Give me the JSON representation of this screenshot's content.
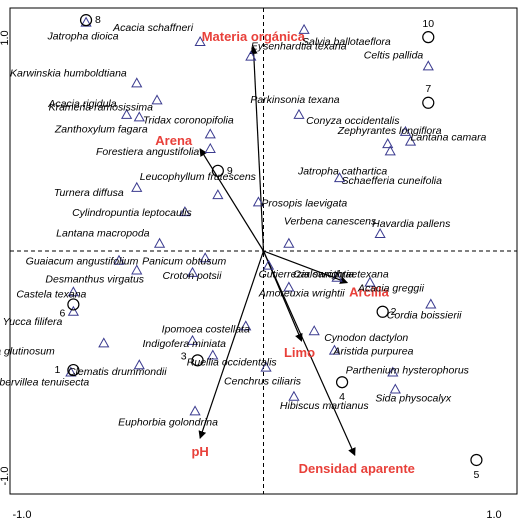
{
  "chart_data": {
    "type": "scatter",
    "title": "",
    "xlabel": "",
    "ylabel": "",
    "xlim": [
      -1.0,
      1.0
    ],
    "ylim": [
      -1.0,
      1.0
    ],
    "x_ticks": [
      "-1.0",
      "1.0"
    ],
    "y_ticks": [
      "1.0",
      "-1.0"
    ],
    "reference_lines": {
      "x": 0,
      "y": 0,
      "style": "dashed"
    },
    "colors": {
      "species": "#3b3b8f",
      "arrow": "#000000",
      "env_label": "#e8403a"
    },
    "species": [
      {
        "name": "Jatropha dioica",
        "x": -0.7,
        "y": 0.94
      },
      {
        "name": "Acacia schaffneri",
        "x": -0.25,
        "y": 0.86
      },
      {
        "name": "Salvia ballotaeflora",
        "x": 0.16,
        "y": 0.91
      },
      {
        "name": "Eysenhardtia texana",
        "x": -0.05,
        "y": 0.8
      },
      {
        "name": "Celtis pallida",
        "x": 0.65,
        "y": 0.76
      },
      {
        "name": "Karwinskia humboldtiana",
        "x": -0.5,
        "y": 0.69
      },
      {
        "name": "Krameria ramosissima",
        "x": -0.42,
        "y": 0.62
      },
      {
        "name": "Acacia rigidula",
        "x": -0.54,
        "y": 0.56
      },
      {
        "name": "Parkinsonia texana",
        "x": 0.14,
        "y": 0.56
      },
      {
        "name": "Conyza occidentalis",
        "x": 0.56,
        "y": 0.49
      },
      {
        "name": "Zanthoxylum fagara",
        "x": -0.49,
        "y": 0.55
      },
      {
        "name": "Tridax coronopifolia",
        "x": -0.21,
        "y": 0.48
      },
      {
        "name": "Lantana camara",
        "x": 0.58,
        "y": 0.45
      },
      {
        "name": "Zephyrantes longiflora",
        "x": 0.49,
        "y": 0.44
      },
      {
        "name": "Jatropha cathartica",
        "x": 0.5,
        "y": 0.41
      },
      {
        "name": "Forestiera angustifolia",
        "x": -0.21,
        "y": 0.42
      },
      {
        "name": "Schaefferia cuneifolia",
        "x": 0.3,
        "y": 0.3
      },
      {
        "name": "Turnera diffusa",
        "x": -0.5,
        "y": 0.26
      },
      {
        "name": "Leucophyllum frutescens",
        "x": -0.18,
        "y": 0.23
      },
      {
        "name": "Prosopis laevigata",
        "x": -0.02,
        "y": 0.2
      },
      {
        "name": "Cylindropuntia leptocaulis",
        "x": -0.31,
        "y": 0.16
      },
      {
        "name": "Verbena canescens",
        "x": 0.1,
        "y": 0.03
      },
      {
        "name": "Havardia pallens",
        "x": 0.46,
        "y": 0.07
      },
      {
        "name": "Lantana macropoda",
        "x": -0.41,
        "y": 0.03
      },
      {
        "name": "Panicum obtusum",
        "x": -0.23,
        "y": -0.03
      },
      {
        "name": "Guaiacum angustifolium",
        "x": -0.57,
        "y": -0.04
      },
      {
        "name": "Gutierrezia sarothrae",
        "x": 0.02,
        "y": -0.06
      },
      {
        "name": "Desmanthus virgatus",
        "x": -0.5,
        "y": -0.08
      },
      {
        "name": "Croton potsii",
        "x": -0.28,
        "y": -0.09
      },
      {
        "name": "Carlowrightia texana",
        "x": 0.29,
        "y": -0.11
      },
      {
        "name": "Acacia greggii",
        "x": 0.42,
        "y": -0.13
      },
      {
        "name": "Amoreuxia wrightii",
        "x": 0.1,
        "y": -0.15
      },
      {
        "name": "Castela texana",
        "x": -0.75,
        "y": -0.17
      },
      {
        "name": "Cordia boissierii",
        "x": 0.66,
        "y": -0.22
      },
      {
        "name": "Yucca filifera",
        "x": -0.75,
        "y": -0.25
      },
      {
        "name": "Ipomoea costellata",
        "x": -0.07,
        "y": -0.31
      },
      {
        "name": "Cynodon dactylon",
        "x": 0.2,
        "y": -0.33
      },
      {
        "name": "Indigofera miniata",
        "x": -0.28,
        "y": -0.37
      },
      {
        "name": "Gymnosperma glutinosum",
        "x": -0.63,
        "y": -0.38
      },
      {
        "name": "Aristida purpurea",
        "x": 0.28,
        "y": -0.41
      },
      {
        "name": "Ruellia occidentalis",
        "x": -0.2,
        "y": -0.43
      },
      {
        "name": "Clematis drummondii",
        "x": -0.49,
        "y": -0.47
      },
      {
        "name": "Parthenium hysterophorus",
        "x": 0.51,
        "y": -0.5
      },
      {
        "name": "Cenchrus ciliaris",
        "x": 0.01,
        "y": -0.48
      },
      {
        "name": "Ibervillea tenuisecta",
        "x": -0.76,
        "y": -0.5
      },
      {
        "name": "Sida physocalyx",
        "x": 0.52,
        "y": -0.57
      },
      {
        "name": "Euphorbia golondrina",
        "x": -0.27,
        "y": -0.66
      },
      {
        "name": "Hibiscus martianus",
        "x": 0.12,
        "y": -0.6
      }
    ],
    "sites": [
      {
        "id": "1",
        "x": -0.75,
        "y": -0.49
      },
      {
        "id": "2",
        "x": 0.47,
        "y": -0.25
      },
      {
        "id": "3",
        "x": -0.26,
        "y": -0.45
      },
      {
        "id": "4",
        "x": 0.31,
        "y": -0.54
      },
      {
        "id": "5",
        "x": 0.84,
        "y": -0.86
      },
      {
        "id": "6",
        "x": -0.75,
        "y": -0.22
      },
      {
        "id": "7",
        "x": 0.65,
        "y": 0.61
      },
      {
        "id": "8",
        "x": -0.7,
        "y": 0.95
      },
      {
        "id": "9",
        "x": -0.18,
        "y": 0.33
      },
      {
        "id": "10",
        "x": 0.65,
        "y": 0.88
      }
    ],
    "environmental_vectors": [
      {
        "name": "Materia orgánica",
        "x": -0.04,
        "y": 0.84
      },
      {
        "name": "Arena",
        "x": -0.25,
        "y": 0.42
      },
      {
        "name": "Arcilla",
        "x": 0.33,
        "y": -0.13
      },
      {
        "name": "Limo",
        "x": 0.15,
        "y": -0.37
      },
      {
        "name": "pH",
        "x": -0.25,
        "y": -0.77
      },
      {
        "name": "Densidad aparente",
        "x": 0.36,
        "y": -0.84
      }
    ]
  }
}
